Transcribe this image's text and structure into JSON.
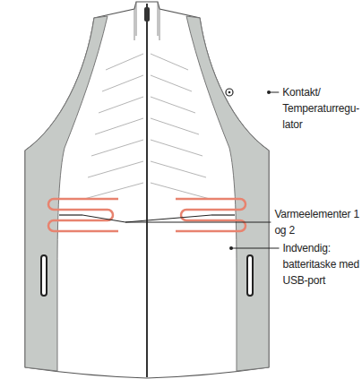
{
  "diagram": {
    "labels": [
      "Kontakt/ Temperaturregu- lator",
      "Varmeelementer 1 og 2",
      "Indvendig: batteritaske med USB-port"
    ]
  }
}
